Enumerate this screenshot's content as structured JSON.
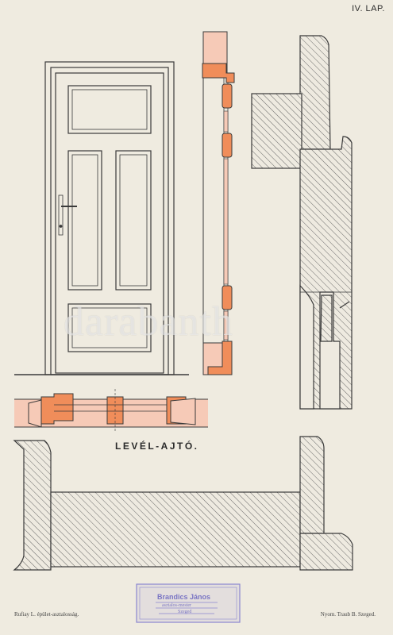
{
  "plate_number": "IV. LAP.",
  "drawing_title": "LEVÉL-AJTÓ.",
  "footer_left": "Rufiay L. épület-asztalosság.",
  "footer_right": "Nyom. Traub B. Szeged.",
  "watermark_text": "darabanth",
  "stamp": {
    "name": "Brandics János",
    "lines": [
      "asztalos-mester",
      "Szeged"
    ]
  },
  "colors": {
    "paper": "#efebe0",
    "line": "#3a3a3a",
    "hatch": "#5a5a5a",
    "orange": "#f08d5a",
    "pink": "#f6cab7",
    "stamp": "#8b86d0"
  }
}
